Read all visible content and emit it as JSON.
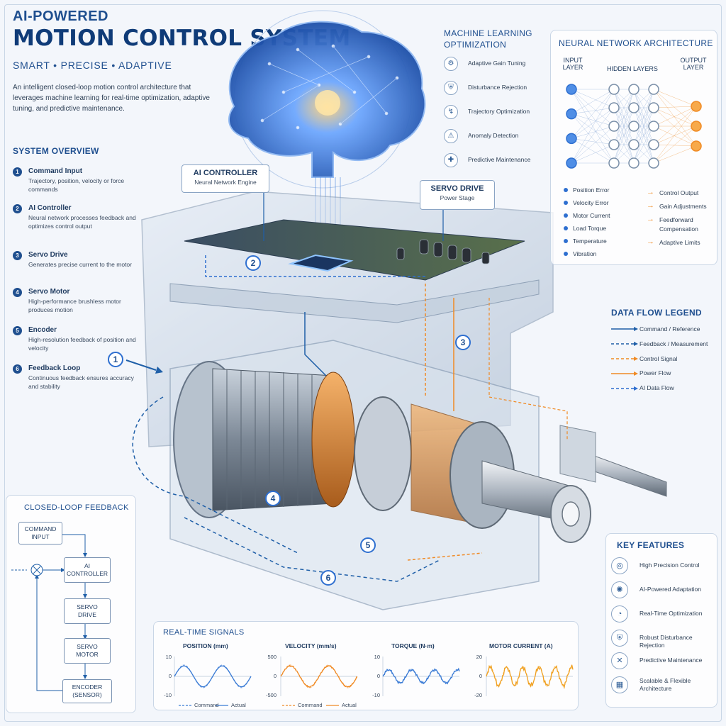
{
  "header": {
    "supertitle": "AI-POWERED",
    "title": "MOTION CONTROL SYSTEM",
    "tagline": "SMART • PRECISE • ADAPTIVE",
    "intro": "An intelligent closed-loop motion control architecture that leverages machine learning for real-time optimization, adaptive tuning, and predictive maintenance."
  },
  "overview": {
    "title": "SYSTEM OVERVIEW",
    "steps": [
      {
        "num": "1",
        "title": "Command Input",
        "desc": "Trajectory, position, velocity or force commands"
      },
      {
        "num": "2",
        "title": "AI Controller",
        "desc": "Neural network processes feedback and optimizes control output"
      },
      {
        "num": "3",
        "title": "Servo Drive",
        "desc": "Generates precise current to the motor"
      },
      {
        "num": "4",
        "title": "Servo Motor",
        "desc": "High-performance brushless motor produces motion"
      },
      {
        "num": "5",
        "title": "Encoder",
        "desc": "High-resolution feedback of position and velocity"
      },
      {
        "num": "6",
        "title": "Feedback Loop",
        "desc": "Continuous feedback ensures accuracy and stability"
      }
    ]
  },
  "ml": {
    "title_line1": "MACHINE LEARNING",
    "title_line2": "OPTIMIZATION",
    "items": [
      {
        "label": "Adaptive Gain Tuning",
        "icon": "gear-icon"
      },
      {
        "label": "Disturbance Rejection",
        "icon": "shield-icon"
      },
      {
        "label": "Trajectory Optimization",
        "icon": "path-icon"
      },
      {
        "label": "Anomaly Detection",
        "icon": "alert-icon"
      },
      {
        "label": "Predictive Maintenance",
        "icon": "wrench-icon"
      }
    ]
  },
  "nn": {
    "title": "NEURAL NETWORK ARCHITECTURE",
    "input_layer_l1": "INPUT",
    "input_layer_l2": "LAYER",
    "hidden_layers": "HIDDEN LAYERS",
    "output_layer_l1": "OUTPUT",
    "output_layer_l2": "LAYER",
    "inputs": [
      "Position Error",
      "Velocity Error",
      "Motor Current",
      "Load Torque",
      "Temperature",
      "Vibration"
    ],
    "outputs": [
      "Control Output",
      "Gain Adjustments",
      "Feedforward",
      "Compensation",
      "Adaptive Limits"
    ]
  },
  "callouts": {
    "ai_title": "AI CONTROLLER",
    "ai_sub": "Neural Network Engine",
    "servo_title": "SERVO DRIVE",
    "servo_sub": "Power Stage"
  },
  "badges": [
    "1",
    "2",
    "3",
    "4",
    "5",
    "6"
  ],
  "data_flow": {
    "title": "DATA FLOW LEGEND",
    "items": [
      {
        "label": "Command / Reference",
        "color": "#1f5fa8",
        "dash": false
      },
      {
        "label": "Feedback / Measurement",
        "color": "#1f5fa8",
        "dash": true
      },
      {
        "label": "Control Signal",
        "color": "#f08a24",
        "dash": true
      },
      {
        "label": "Power Flow",
        "color": "#f08a24",
        "dash": false
      },
      {
        "label": "AI Data Flow",
        "color": "#2e6fd0",
        "dash": true
      }
    ]
  },
  "closed_loop": {
    "title": "CLOSED-LOOP FEEDBACK",
    "command_l1": "COMMAND",
    "command_l2": "INPUT",
    "ai_l1": "AI",
    "ai_l2": "CONTROLLER",
    "drive_l1": "SERVO",
    "drive_l2": "DRIVE",
    "motor_l1": "SERVO",
    "motor_l2": "MOTOR",
    "encoder_l1": "ENCODER",
    "encoder_l2": "(SENSOR)"
  },
  "features": {
    "title": "KEY FEATURES",
    "items": [
      {
        "label": "High Precision Control",
        "icon": "target-icon"
      },
      {
        "label": "AI-Powered Adaptation",
        "icon": "brain-icon"
      },
      {
        "label": "Real-Time Optimization",
        "icon": "gauge-icon"
      },
      {
        "label": "Robust Disturbance Rejection",
        "icon": "shield-icon"
      },
      {
        "label": "Predictive Maintenance",
        "icon": "tools-icon"
      },
      {
        "label": "Scalable & Flexible Architecture",
        "icon": "cubes-icon"
      }
    ]
  },
  "signals": {
    "title": "REAL-TIME SIGNALS",
    "legend_command": "Command",
    "legend_actual": "Actual",
    "charts": [
      {
        "title": "POSITION (mm)",
        "ticks": [
          "10",
          "0",
          "-10"
        ],
        "color": "#3a7bd5"
      },
      {
        "title": "VELOCITY (mm/s)",
        "ticks": [
          "500",
          "0",
          "-500"
        ],
        "color": "#f08a24"
      },
      {
        "title": "TORQUE (N·m)",
        "ticks": [
          "10",
          "0",
          "-10"
        ],
        "color": "#3a7bd5"
      },
      {
        "title": "MOTOR CURRENT (A)",
        "ticks": [
          "20",
          "0",
          "-20"
        ],
        "color": "#f0a020"
      }
    ]
  }
}
